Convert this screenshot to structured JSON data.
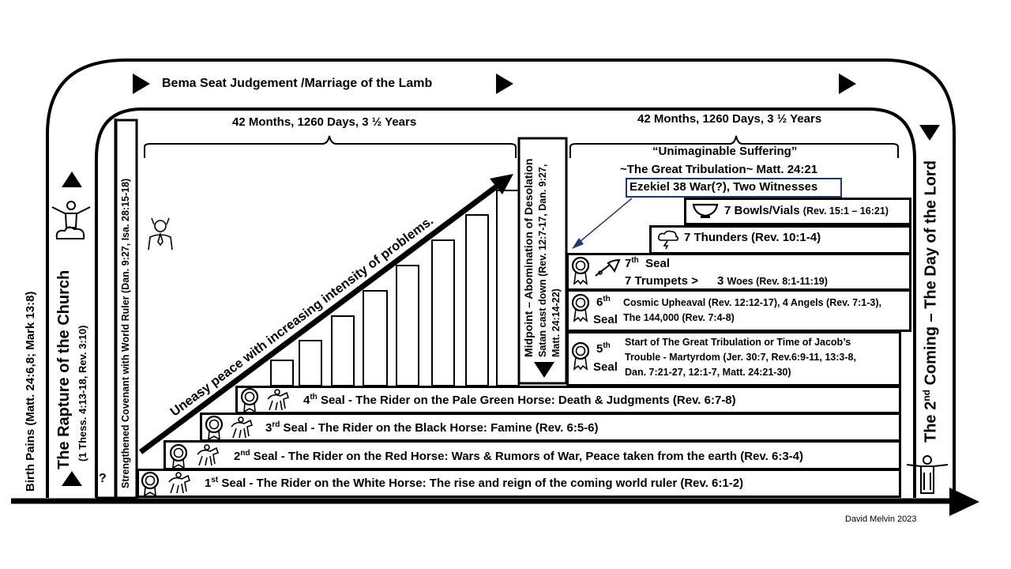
{
  "top_arc": {
    "label": "Bema Seat Judgement /Marriage of the Lamb",
    "left_months": "42 Months, 1260 Days, 3 ½ Years",
    "right_months": "42 Months, 1260 Days, 3 ½ Years"
  },
  "left_side": {
    "birth_pains": "Birth Pains (Matt. 24:6,8; Mark 13:8)",
    "rapture_title": "The Rapture of the Church",
    "rapture_refs": "(1 Thess. 4:13-18, Rev. 3:10)",
    "question": "?",
    "covenant": "Strengthened Covenant with World Ruler (Dan. 9:27, Isa. 28:15-18)"
  },
  "diagonal_label": "Uneasy peace with increasing intensity of problems.",
  "midpoint": {
    "line1": "Midpoint – Abomination of Desolation",
    "line2": "Satan cast down (Rev. 12:7-17, Dan. 9:27,",
    "line3": "Matt. 24:14-22)"
  },
  "great_tribulation": {
    "quote": "“Unimaginable Suffering”",
    "title": "~The Great Tribulation~ Matt. 24:21",
    "ezekiel": "Ezekiel 38 War(?),  Two Witnesses"
  },
  "right_side": {
    "second_coming": "The 2nd Coming – The Day of the Lord",
    "second_coming_pre": "The 2",
    "second_coming_sup": "nd",
    "second_coming_post": " Coming – The Day of the Lord"
  },
  "bowls": {
    "label": "7 Bowls/Vials",
    "ref": "(Rev. 15:1 – 16:21)",
    "icon": "bowl-icon"
  },
  "thunders": {
    "label": "7 Thunders (Rev. 10:1-4)",
    "icon": "thunder-cloud-icon"
  },
  "seal7": {
    "num": "7",
    "sup": "th",
    "word": "Seal",
    "trumpets": "7 Trumpets >",
    "woes_big": "3",
    "woes": "Woes (Rev. 8:1-11:19)"
  },
  "seal6": {
    "num": "6",
    "sup": "th",
    "word": "Seal",
    "line1": "Cosmic Upheaval (Rev. 12:12-17), 4 Angels (Rev. 7:1-3),",
    "line2": "The 144,000 (Rev. 7:4-8)"
  },
  "seal5": {
    "num": "5",
    "sup": "th",
    "word": "Seal",
    "line1": "Start of The Great Tribulation or Time of Jacob’s",
    "line2": "Trouble - Martyrdom (Jer. 30:7, Rev.6:9-11, 13:3-8,",
    "line3": "Dan. 7:21-27, 12:1-7, Matt. 24:21-30)"
  },
  "seals": [
    {
      "num": "4",
      "sup": "th",
      "text": " Seal - The Rider on the Pale Green Horse: Death & Judgments (Rev. 6:7-8)"
    },
    {
      "num": "3",
      "sup": "rd",
      "text": " Seal - The Rider on the Black Horse: Famine (Rev. 6:5-6)"
    },
    {
      "num": "2",
      "sup": "nd",
      "text": " Seal - The Rider on the Red Horse: Wars & Rumors of War, Peace taken from the earth (Rev. 6:3-4)"
    },
    {
      "num": "1",
      "sup": "st",
      "text": " Seal - The Rider on the White Horse: The rise and reign of the coming world ruler (Rev. 6:1-2)"
    }
  ],
  "credit": "David Melvin 2023",
  "colors": {
    "ink": "#000000",
    "background": "#ffffff",
    "ezekiel_border": "#1f3864"
  }
}
